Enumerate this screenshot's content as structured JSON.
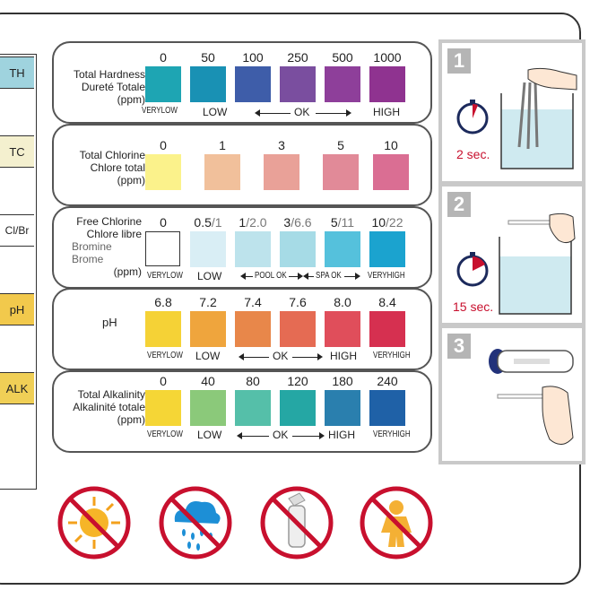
{
  "strip_pads": [
    {
      "label": "TH",
      "color": "#9fd3de"
    },
    {
      "label": "TC",
      "color": "#f4f0cf"
    },
    {
      "label": "Cl/Br",
      "color": "#ffffff"
    },
    {
      "label": "pH",
      "color": "#f2c94c"
    },
    {
      "label": "ALK",
      "color": "#f0cf56"
    }
  ],
  "rows": [
    {
      "title_lines": [
        "Total Hardness",
        "Dureté Totale",
        "(ppm)"
      ],
      "values": [
        [
          "0",
          ""
        ],
        [
          "50",
          ""
        ],
        [
          "100",
          ""
        ],
        [
          "250",
          ""
        ],
        [
          "500",
          ""
        ],
        [
          "1000",
          ""
        ]
      ],
      "colors": [
        "#1ea5b3",
        "#1991b4",
        "#3e5da9",
        "#7a4e9f",
        "#8e3f9a",
        "#8f3390"
      ],
      "labels": {
        "low1": "VERYLOW",
        "low2": "LOW",
        "ok": "OK",
        "high": "HIGH"
      }
    },
    {
      "title_lines": [
        "Total Chlorine",
        "Chlore total",
        "(ppm)"
      ],
      "values": [
        [
          "0",
          ""
        ],
        [
          "1",
          ""
        ],
        [
          "3",
          ""
        ],
        [
          "5",
          ""
        ],
        [
          "10",
          ""
        ]
      ],
      "colors": [
        "#fbf28b",
        "#f1c09b",
        "#e9a198",
        "#e18a98",
        "#da6e93"
      ]
    },
    {
      "title_lines": [
        "Free Chlorine",
        "Chlore libre",
        "Bromine",
        "Brome",
        "(ppm)"
      ],
      "values": [
        [
          "0",
          ""
        ],
        [
          "0.5",
          "/1"
        ],
        [
          "1",
          "/2.0"
        ],
        [
          "3",
          "/6.6"
        ],
        [
          "5",
          "/11"
        ],
        [
          "10",
          "/22"
        ]
      ],
      "colors": [
        "#ffffff",
        "#d9eef5",
        "#bde3ec",
        "#a6dbe6",
        "#55c1dc",
        "#1ba3cf"
      ],
      "labels": {
        "low1": "VERYLOW",
        "low2": "LOW",
        "pool": "POOL OK",
        "spa": "SPA OK",
        "high": "VERYHIGH"
      }
    },
    {
      "title_lines": [
        "pH"
      ],
      "values": [
        [
          "6.8",
          ""
        ],
        [
          "7.2",
          ""
        ],
        [
          "7.4",
          ""
        ],
        [
          "7.6",
          ""
        ],
        [
          "8.0",
          ""
        ],
        [
          "8.4",
          ""
        ]
      ],
      "colors": [
        "#f5d236",
        "#efa53d",
        "#e8874a",
        "#e56b53",
        "#e04e5b",
        "#d63050"
      ],
      "labels": {
        "low1": "VERYLOW",
        "low2": "LOW",
        "ok": "OK",
        "high": "HIGH",
        "high2": "VERYHIGH"
      }
    },
    {
      "title_lines": [
        "Total Alkalinity",
        "Alkalinité totale",
        "(ppm)"
      ],
      "values": [
        [
          "0",
          ""
        ],
        [
          "40",
          ""
        ],
        [
          "80",
          ""
        ],
        [
          "120",
          ""
        ],
        [
          "180",
          ""
        ],
        [
          "240",
          ""
        ]
      ],
      "colors": [
        "#f5d636",
        "#8bc97a",
        "#55bfa9",
        "#25a7a4",
        "#2a7fae",
        "#1f61a7"
      ],
      "labels": {
        "low1": "VERYLOW",
        "low2": "LOW",
        "ok": "OK",
        "high": "HIGH",
        "high2": "VERYHIGH"
      }
    }
  ],
  "steps": [
    {
      "num": "1",
      "time": "2 sec."
    },
    {
      "num": "2",
      "time": "15 sec."
    },
    {
      "num": "3",
      "time": ""
    }
  ],
  "prohibit_icons": [
    "no-sun-icon",
    "no-rain-icon",
    "no-open-bottle-icon",
    "no-child-icon"
  ]
}
